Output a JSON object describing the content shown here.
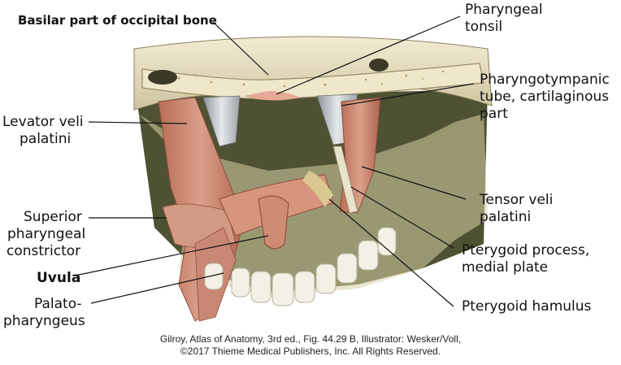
{
  "labels": {
    "basilar": "Basilar part of occipital bone",
    "pharyngeal_tonsil": [
      "Pharyngeal",
      "tonsil"
    ],
    "pharyngotympanic": [
      "Pharyngotympanic",
      "tube, cartilaginous",
      "part"
    ],
    "levator": [
      "Levator veli",
      "palatini"
    ],
    "superior_constrictor": [
      "Superior",
      "pharyngeal",
      "constrictor"
    ],
    "uvula": "Uvula",
    "palatopharyngeus": [
      "Palato-",
      "pharyngeus"
    ],
    "tensor": [
      "Tensor veli",
      "palatini"
    ],
    "pterygoid_process": [
      "Pterygoid process,",
      "medial plate"
    ],
    "pterygoid_hamulus": "Pterygoid hamulus"
  },
  "caption": [
    "Gilroy, Atlas of Anatomy, 3rd ed., Fig. 44.29 B, Illustrator: Wesker/Voll,",
    "©2017 Thieme Medical Publishers, Inc. All Rights Reserved."
  ],
  "colors": {
    "bone": "#e9e2c6",
    "bone_shadow": "#b9ae86",
    "muscle": "#c98a72",
    "muscle_dark": "#a9624f",
    "cartilage": "#c9ccd0",
    "teeth": "#f1efe6",
    "cavity": "#5a5f3c"
  }
}
